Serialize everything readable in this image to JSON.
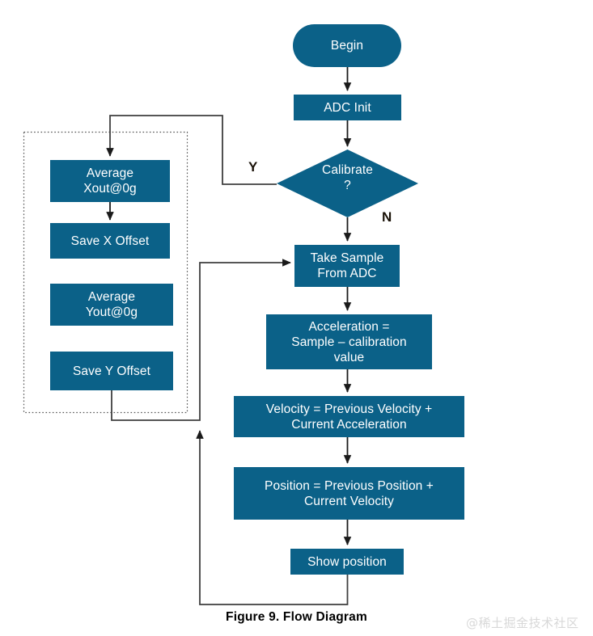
{
  "diagram": {
    "caption": "Figure 9.  Flow Diagram",
    "watermark": "@稀土掘金技术社区",
    "colors": {
      "node_fill": "#0b6188",
      "node_text": "#ffffff",
      "connector": "#3f3f3f",
      "arrow_dark": "#1a1a1a",
      "group_border": "#6b6b6b",
      "background": "#ffffff",
      "branch_label": "#1a1208",
      "watermark": "#d8d8d8"
    },
    "nodes": [
      {
        "id": "begin",
        "shape": "terminator",
        "label": "Begin"
      },
      {
        "id": "adc-init",
        "shape": "process",
        "label": "ADC Init"
      },
      {
        "id": "calibrate",
        "shape": "decision",
        "label": "Calibrate\n?"
      },
      {
        "id": "average-xout",
        "shape": "process",
        "label": "Average\nXout@0g"
      },
      {
        "id": "save-x",
        "shape": "process",
        "label": "Save X Offset"
      },
      {
        "id": "average-yout",
        "shape": "process",
        "label": "Average\nYout@0g"
      },
      {
        "id": "save-y",
        "shape": "process",
        "label": "Save Y Offset"
      },
      {
        "id": "take-sample",
        "shape": "process",
        "label": "Take Sample\nFrom ADC"
      },
      {
        "id": "acceleration",
        "shape": "process",
        "label": "Acceleration =\nSample – calibration\nvalue"
      },
      {
        "id": "velocity",
        "shape": "process",
        "label": "Velocity = Previous Velocity +\nCurrent Acceleration"
      },
      {
        "id": "position",
        "shape": "process",
        "label": "Position = Previous Position +\nCurrent Velocity"
      },
      {
        "id": "show-position",
        "shape": "process",
        "label": "Show position"
      }
    ],
    "branch_labels": [
      {
        "id": "yes",
        "label": "Y"
      },
      {
        "id": "no",
        "label": "N"
      }
    ],
    "group_box": {
      "id": "calibration-group",
      "style": "dotted",
      "label": ""
    }
  }
}
